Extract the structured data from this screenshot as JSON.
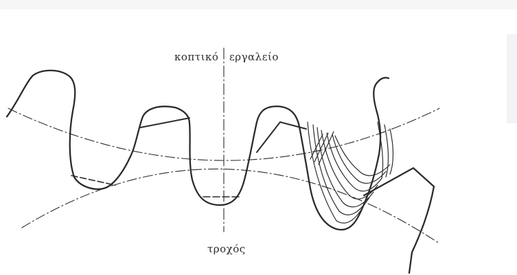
{
  "labels": {
    "tool_left": "κοπτικό",
    "tool_right": "εργαλείο",
    "wheel": "τροχός"
  },
  "colors": {
    "ink": "#2b2b2b",
    "background": "#ffffff"
  }
}
